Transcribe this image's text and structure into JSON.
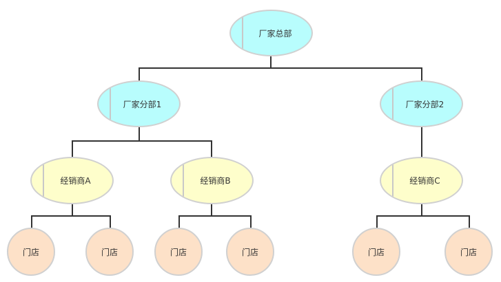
{
  "colors": {
    "hq_fill": "#b8fdfd",
    "branch_fill": "#b8fdfd",
    "dealer_fill": "#fefecb",
    "store_fill": "#fde1c8",
    "node_border": "#d0d0d0",
    "connector": "#333333"
  },
  "hq": {
    "label": "厂家总部"
  },
  "branches": [
    {
      "label": "厂家分部1"
    },
    {
      "label": "厂家分部2"
    }
  ],
  "dealers": [
    {
      "label": "经销商A"
    },
    {
      "label": "经销商B"
    },
    {
      "label": "经销商C"
    }
  ],
  "stores": [
    {
      "label": "门店"
    },
    {
      "label": "门店"
    },
    {
      "label": "门店"
    },
    {
      "label": "门店"
    },
    {
      "label": "门店"
    },
    {
      "label": "门店"
    }
  ]
}
